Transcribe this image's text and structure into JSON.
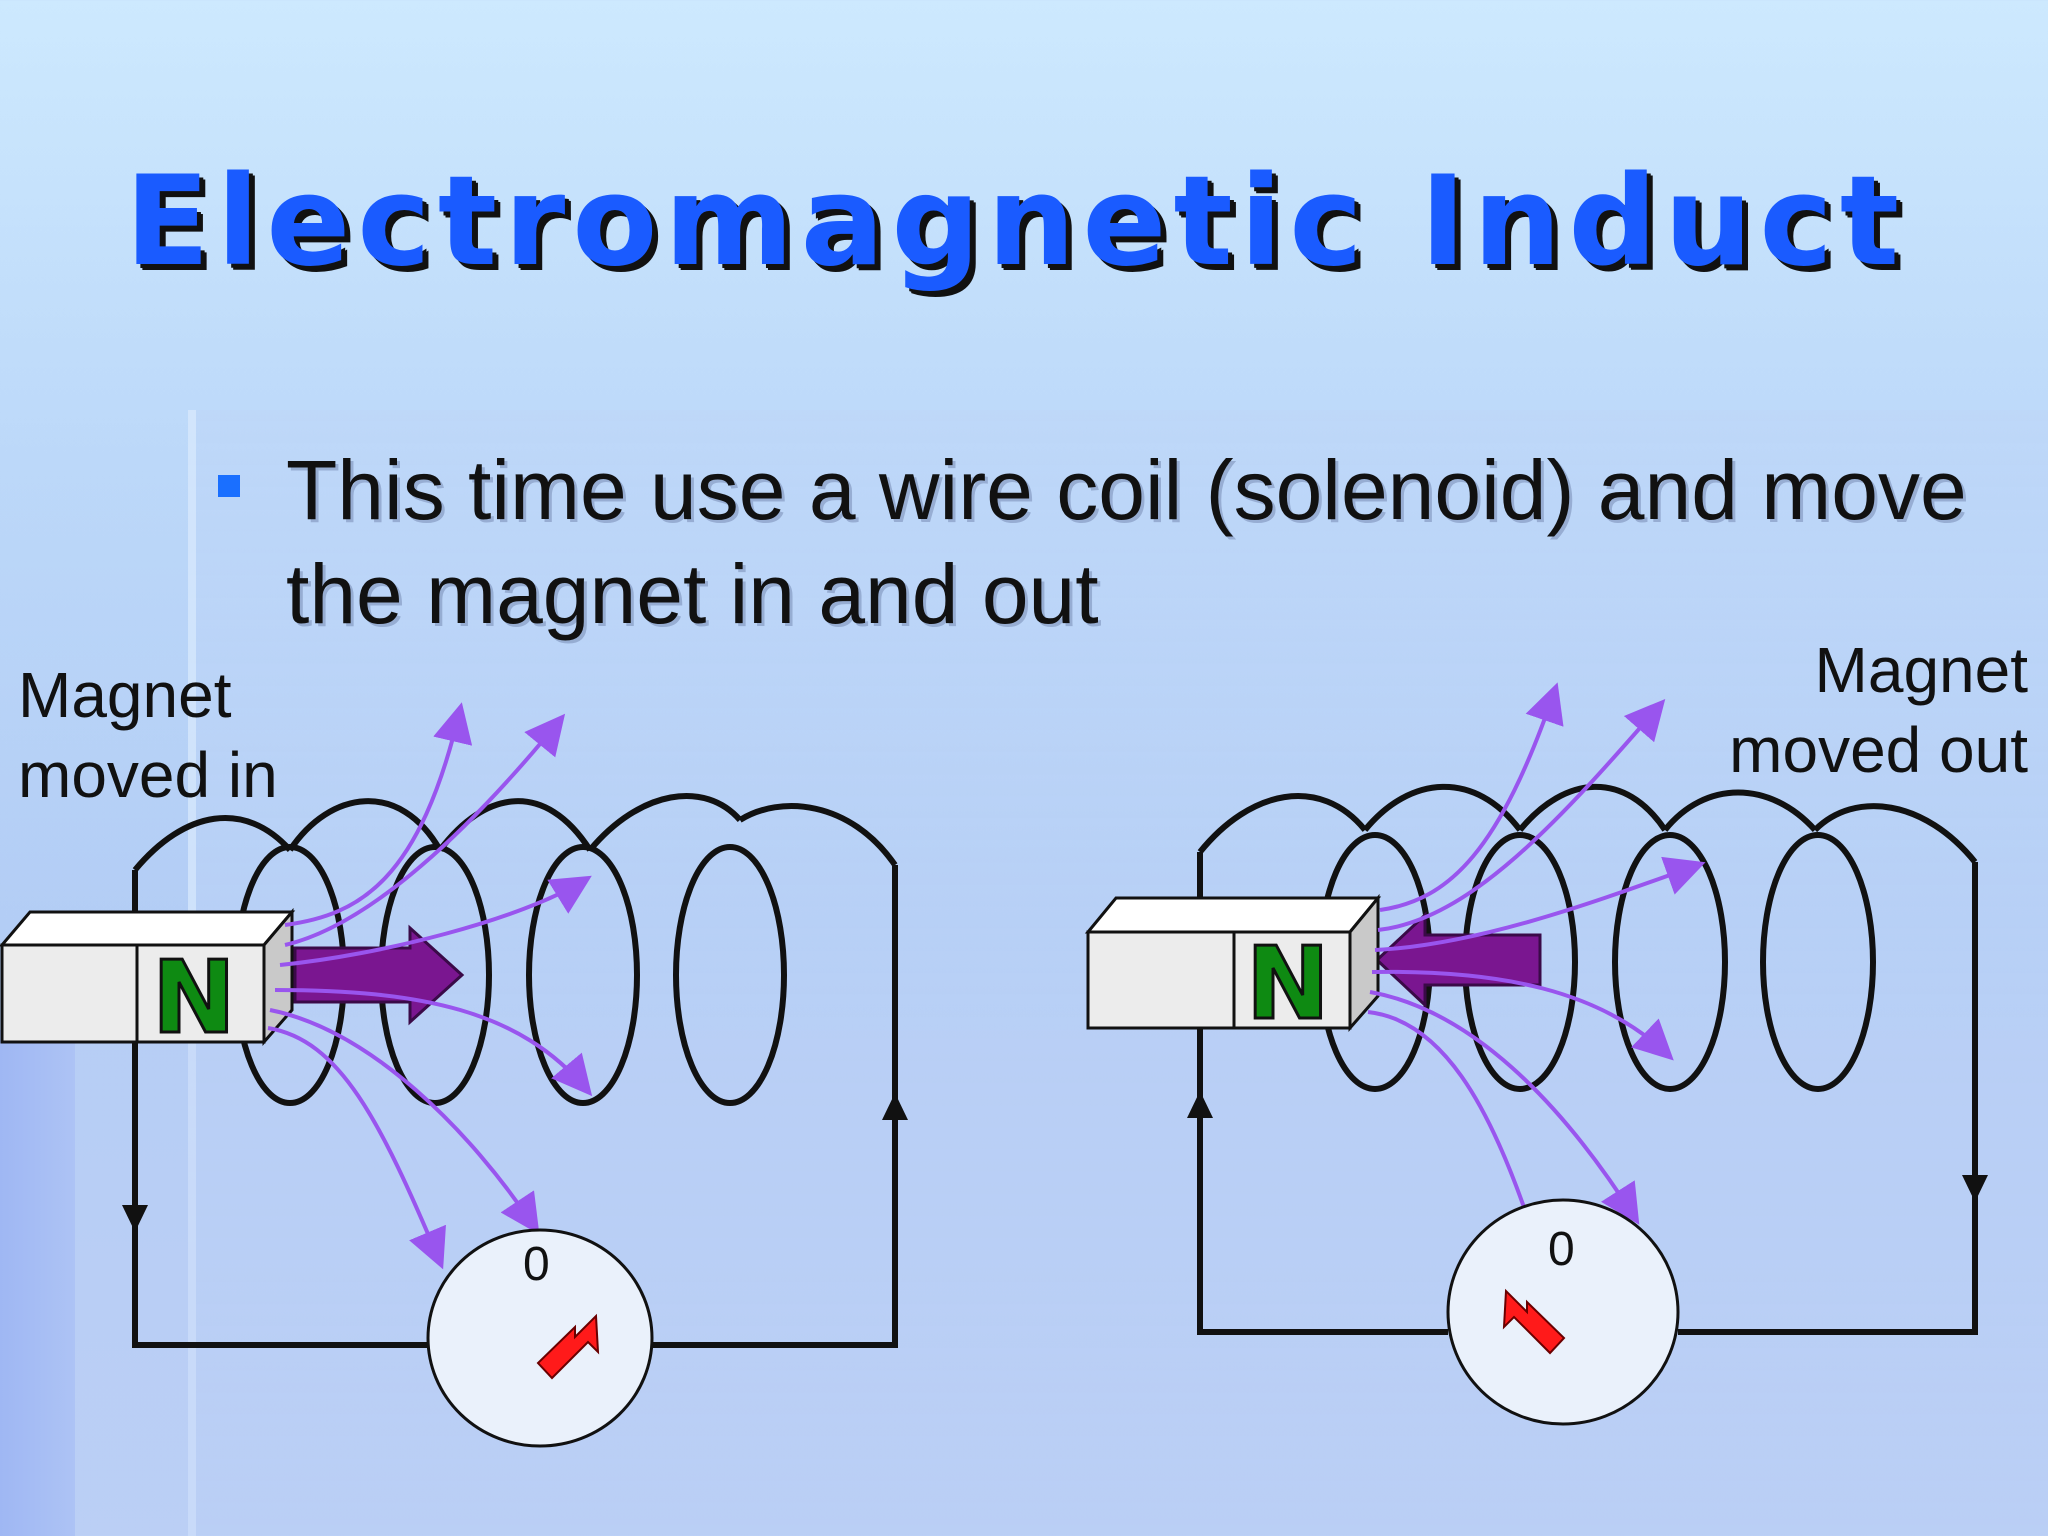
{
  "slide": {
    "title": "Electromagnetic Induct",
    "bullet": "This time use a wire coil (solenoid) and move the magnet in and out"
  },
  "diagrams": {
    "left": {
      "caption_line1": "Magnet",
      "caption_line2": "moved in",
      "pole_label": "N",
      "meter_zero": "0"
    },
    "right": {
      "caption_line1": "Magnet",
      "caption_line2": "moved out",
      "pole_label": "N",
      "meter_zero": "0"
    }
  },
  "colors": {
    "title": "#1a5bff",
    "field_lines": "#9955ee",
    "motion_arrow": "#7a1690",
    "needle": "#ff1a1a",
    "north_pole_letter": "#0e8a12"
  }
}
